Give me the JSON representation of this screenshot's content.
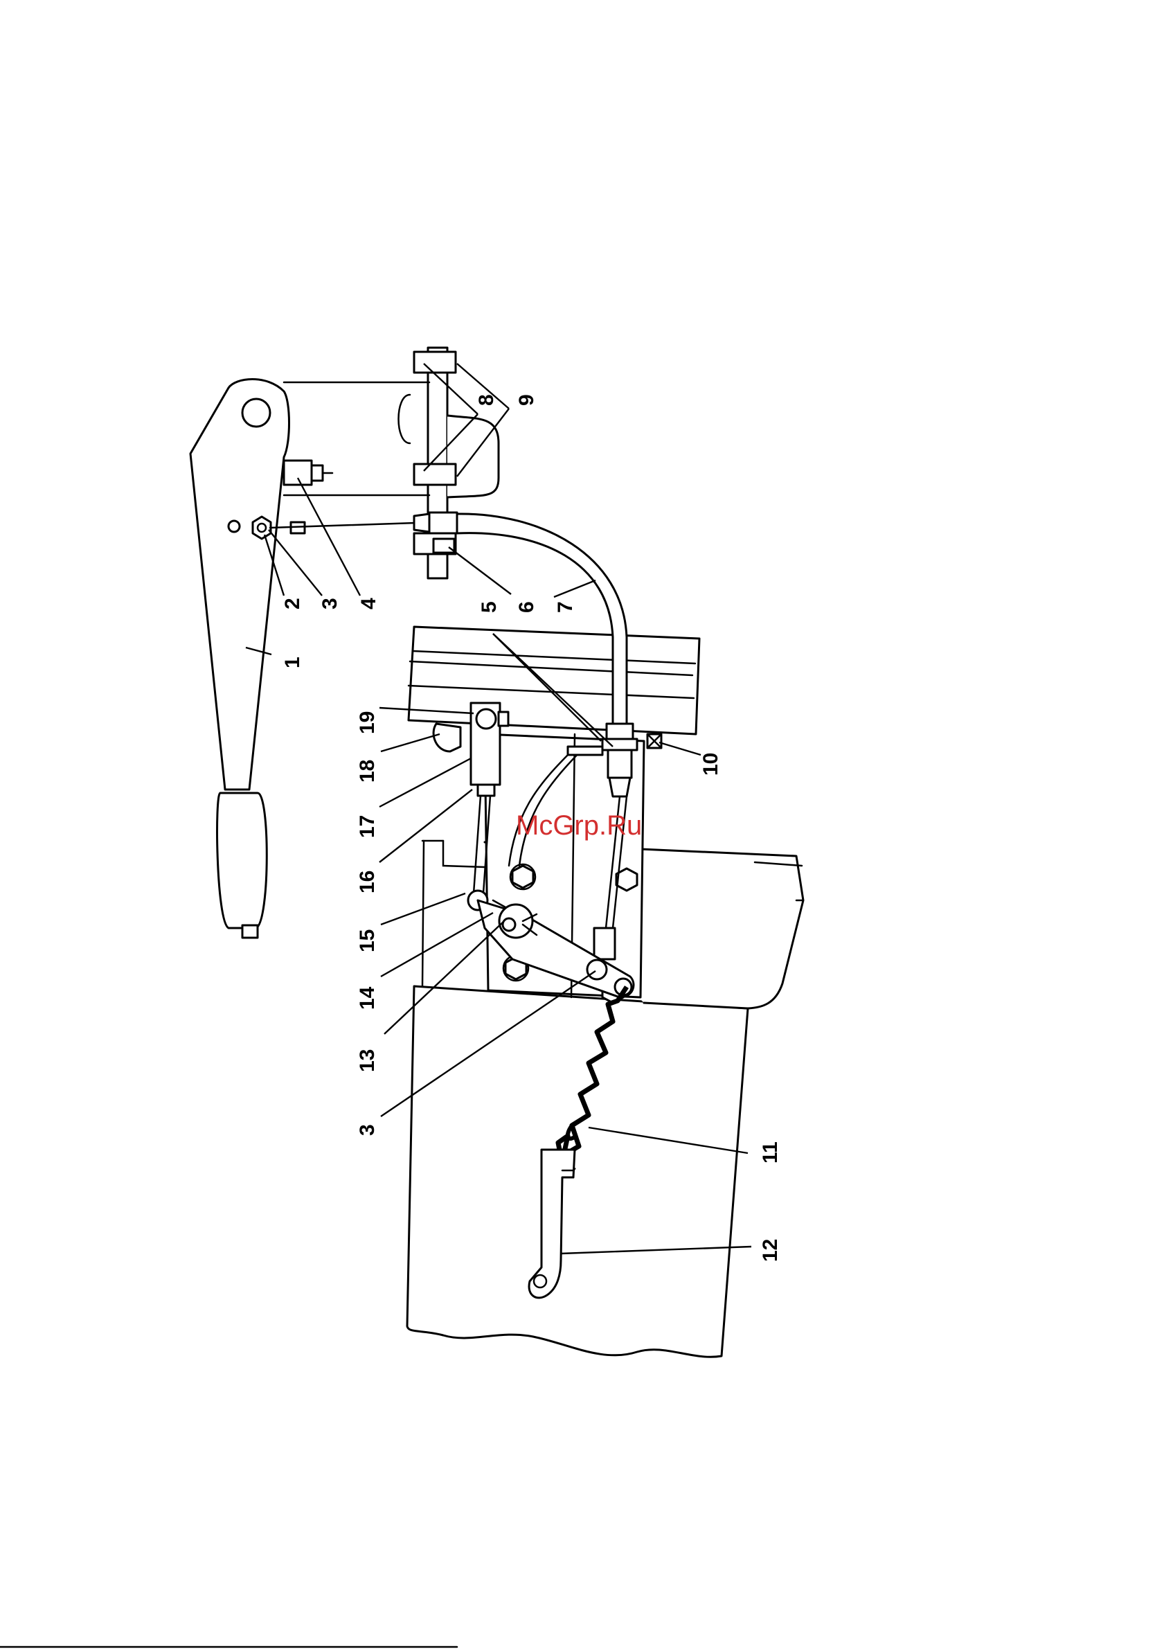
{
  "watermark": "McGrp.Ru",
  "colors": {
    "line": "#000000",
    "background": "#ffffff",
    "watermark": "#d32f2f"
  },
  "callouts": [
    {
      "id": "c1",
      "text": "1"
    },
    {
      "id": "c2",
      "text": "2"
    },
    {
      "id": "c3a",
      "text": "3"
    },
    {
      "id": "c4",
      "text": "4"
    },
    {
      "id": "c5",
      "text": "5"
    },
    {
      "id": "c6",
      "text": "6"
    },
    {
      "id": "c7",
      "text": "7"
    },
    {
      "id": "c8",
      "text": "8"
    },
    {
      "id": "c9",
      "text": "9"
    },
    {
      "id": "c10",
      "text": "10"
    },
    {
      "id": "c11",
      "text": "11"
    },
    {
      "id": "c12",
      "text": "12"
    },
    {
      "id": "c13",
      "text": "13"
    },
    {
      "id": "c14",
      "text": "14"
    },
    {
      "id": "c15",
      "text": "15"
    },
    {
      "id": "c16",
      "text": "16"
    },
    {
      "id": "c17",
      "text": "17"
    },
    {
      "id": "c18",
      "text": "18"
    },
    {
      "id": "c19",
      "text": "19"
    },
    {
      "id": "c3b",
      "text": "3"
    }
  ]
}
